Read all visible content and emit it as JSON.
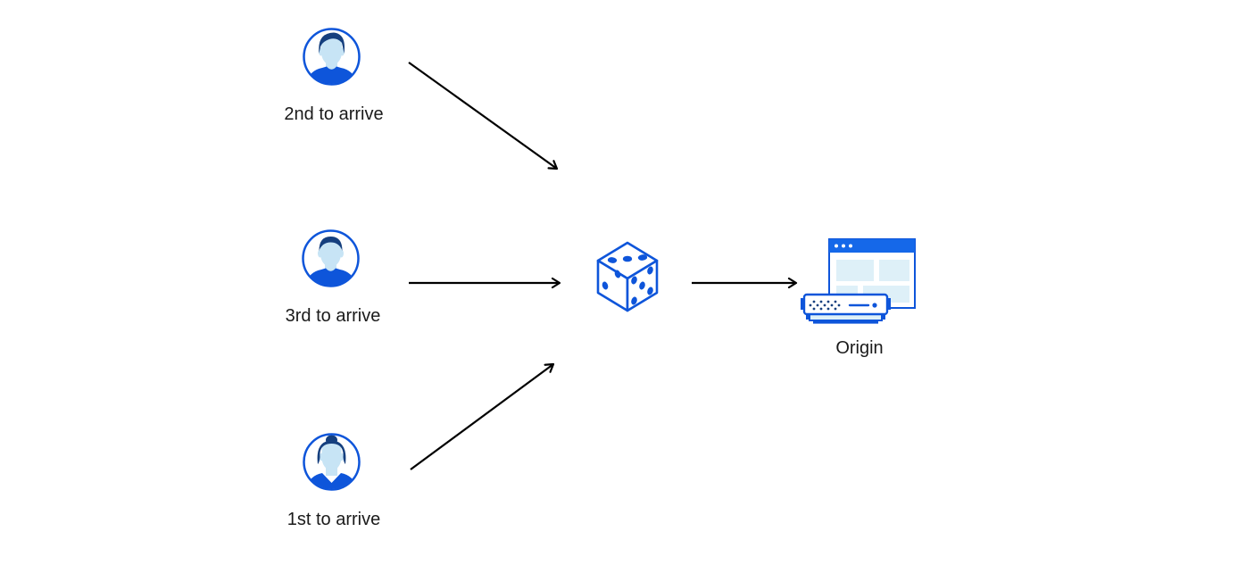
{
  "diagram": {
    "clients": [
      {
        "label": "2nd to arrive",
        "icon": "user-avatar-man-swept-hair"
      },
      {
        "label": "3rd to arrive",
        "icon": "user-avatar-man-short-hair"
      },
      {
        "label": "1st to arrive",
        "icon": "user-avatar-woman-bun"
      }
    ],
    "selector": {
      "icon": "dice",
      "dice_faces": {
        "top_pips": 3,
        "left_pips": 2,
        "right_pips": 5
      }
    },
    "origin": {
      "label": "Origin",
      "icon": "origin-server-with-browser"
    },
    "edges": [
      {
        "from": "2nd to arrive",
        "to": "dice"
      },
      {
        "from": "3rd to arrive",
        "to": "dice"
      },
      {
        "from": "1st to arrive",
        "to": "dice"
      },
      {
        "from": "dice",
        "to": "Origin"
      }
    ]
  },
  "theme": {
    "blue": "#0e55da",
    "bright-blue": "#1568e9",
    "navy": "#153f7e",
    "light-blue": "#c7e4f5",
    "pale-blue": "#def0f8",
    "arrow": "#000000",
    "text": "#1a1a1a",
    "background": "#ffffff"
  }
}
